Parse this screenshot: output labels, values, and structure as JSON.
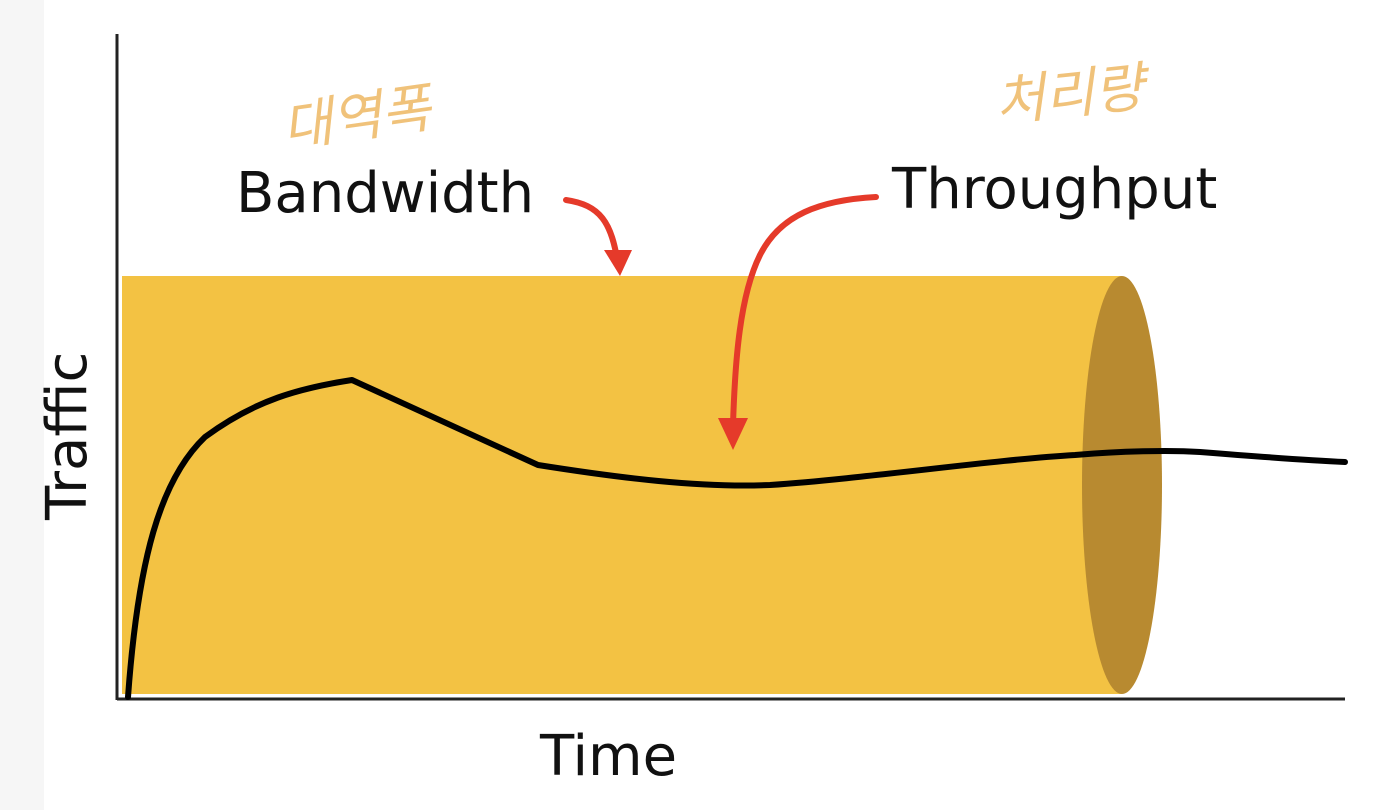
{
  "diagram": {
    "labels": {
      "bandwidth": "Bandwidth",
      "throughput": "Throughput",
      "x_axis": "Time",
      "y_axis": "Traffic"
    },
    "handwritten_notes": {
      "bandwidth_note": "대역폭",
      "throughput_note": "처리량"
    },
    "colors": {
      "pipe_fill": "#F3C243",
      "pipe_end": "#B88A30",
      "arrow": "#E53A2A",
      "curve": "#000000",
      "handwriting": "#F0C27A",
      "axis": "#222222"
    }
  }
}
